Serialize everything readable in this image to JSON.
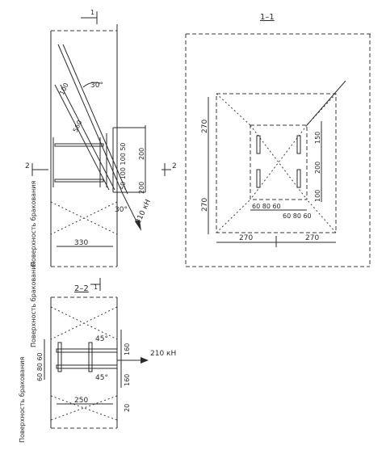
{
  "sections": {
    "s1_marker": "1",
    "s1_title": "1–1",
    "s2_marker": "2",
    "s2_title": "2–2"
  },
  "labels": {
    "angle_30_top": "30°",
    "angle_30_bottom": "30°",
    "angle_45_top": "45°",
    "angle_45_bottom": "45°",
    "dim_100": "100",
    "dim_560": "560",
    "dim_330": "330",
    "force_oblique": "210 кН",
    "force_horizontal": "210 кН",
    "vert_dims_1": "50 100 100 50",
    "vert_dims_2": "200",
    "vert_dims_3": "200",
    "plan_270_left_top": "270",
    "plan_270_left_bottom": "270",
    "plan_270_bottom_left": "270",
    "plan_270_bottom_right": "270",
    "plan_60_80_60_left": "60 80 60",
    "plan_60_80_60_right": "60 80 60",
    "plan_150": "150",
    "plan_200": "200",
    "plan_100": "100",
    "s2_dims_vert": "60 80 60",
    "s2_dim_160_top": "160",
    "s2_dim_160_bottom": "160",
    "s2_dim_250": "250",
    "s2_dim_20": "20",
    "surface_label_1": "Поверхность бракования",
    "surface_label_2": "Поверхность бракования",
    "surface_label_3": "Поверхность бракования"
  }
}
